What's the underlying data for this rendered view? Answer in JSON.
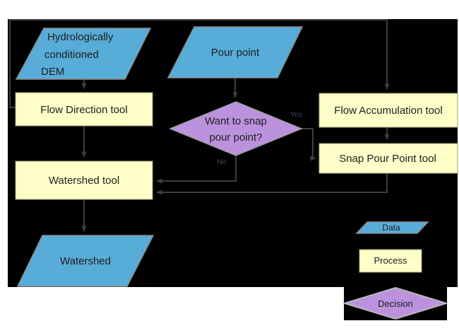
{
  "diagram": {
    "description": "Watershed delineation flowchart"
  },
  "nodes": {
    "dem": {
      "lines": [
        "Hydrologically",
        "conditioned",
        "DEM"
      ],
      "type": "data"
    },
    "pour_point": {
      "label": "Pour point",
      "type": "data"
    },
    "flow_direction": {
      "label": "Flow Direction tool",
      "type": "process"
    },
    "decision_snap": {
      "lines": [
        "Want to snap",
        "pour point?"
      ],
      "type": "decision"
    },
    "flow_accumulation": {
      "label": "Flow Accumulation tool",
      "type": "process"
    },
    "snap_pour_point": {
      "label": "Snap Pour Point tool",
      "type": "process"
    },
    "watershed_tool": {
      "label": "Watershed tool",
      "type": "process"
    },
    "watershed": {
      "label": "Watershed",
      "type": "data"
    }
  },
  "edges": {
    "yes_label": "Yes",
    "no_label": "No"
  },
  "legend": {
    "data_label": "Data",
    "process_label": "Process",
    "decision_label": "Decision"
  },
  "colors": {
    "page_background": "#ffffff",
    "diagram_background": "#000000",
    "data_fill": "#57acd8",
    "process_fill": "#fefec9",
    "decision_fill": "#bc92df",
    "connector": "#3f3f3f",
    "text": "#1f1f1f"
  }
}
